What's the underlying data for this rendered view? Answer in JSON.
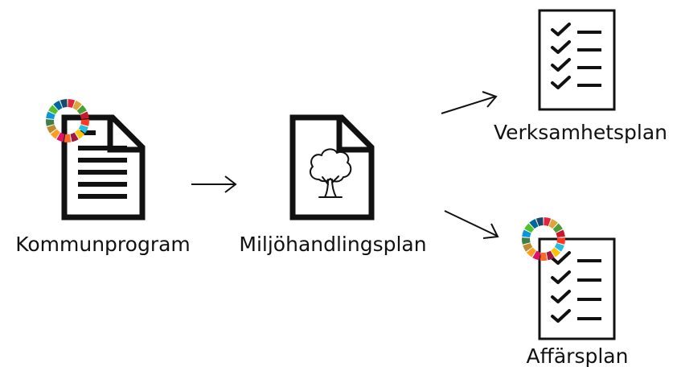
{
  "nodes": {
    "kommunprogram": {
      "label": "Kommunprogram"
    },
    "miljohandlingsplan": {
      "label": "Miljöhandlingsplan"
    },
    "verksamhetsplan": {
      "label": "Verksamhetsplan"
    },
    "affarsplan": {
      "label": "Affärsplan"
    }
  },
  "edges": [
    {
      "from": "kommunprogram",
      "to": "miljohandlingsplan"
    },
    {
      "from": "miljohandlingsplan",
      "to": "verksamhetsplan"
    },
    {
      "from": "miljohandlingsplan",
      "to": "affarsplan"
    }
  ],
  "icons": {
    "document": "document-icon",
    "tree": "tree-icon",
    "checklist": "checklist-icon",
    "sdg_wheel": "sdg-wheel-icon"
  },
  "sdg_colors": [
    "#E5243B",
    "#DDA63A",
    "#4C9F38",
    "#C5192D",
    "#FF3A21",
    "#26BDE2",
    "#FCC30B",
    "#A21942",
    "#FD6925",
    "#DD1367",
    "#FD9D24",
    "#BF8B2E",
    "#3F7E44",
    "#0A97D9",
    "#56C02B",
    "#00689D",
    "#19486A"
  ]
}
